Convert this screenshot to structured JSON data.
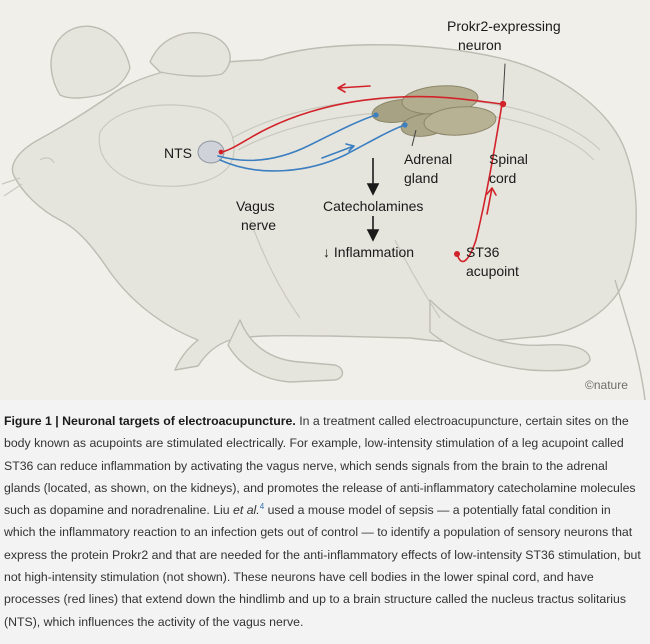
{
  "labels": {
    "prokr2_line1": "Prokr2-expressing",
    "prokr2_line2": "neuron",
    "nts": "NTS",
    "adrenal_line1": "Adrenal",
    "adrenal_line2": "gland",
    "spinal_line1": "Spinal",
    "spinal_line2": "cord",
    "vagus_line1": "Vagus",
    "vagus_line2": "nerve",
    "catecholamines": "Catecholamines",
    "inflammation": "↓ Inflammation",
    "st36_line1": "ST36",
    "st36_line2": "acupoint",
    "credit": "©nature"
  },
  "caption": {
    "title": "Figure 1 | Neuronal targets of electroacupuncture.",
    "part1": " In a treatment called electroacupuncture, certain sites on the body known as acupoints are stimulated electrically. For example, low-intensity stimulation of a leg acupoint called ST36 can reduce inflammation by activating the vagus nerve, which sends signals from the brain to the adrenal glands (located, as shown, on the kidneys), and promotes the release of anti-inflammatory catecholamine molecules such as dopamine and noradrenaline. Liu ",
    "etal": "et al.",
    "ref": "4",
    "part2": " used a mouse model of sepsis — a potentially fatal condition in which the inflammatory reaction to an infection gets out of control — to identify a population of sensory neurons that express the protein Prokr2 and that are needed for the anti-inflammatory effects of low-intensity ST36 stimulation, but not high-intensity stimulation (not shown). These neurons have cell bodies in the lower spinal cord, and have processes (red lines) that extend down the hindlimb and up to a brain structure called the nucleus tractus solitarius (NTS), which influences the activity of the vagus nerve."
  },
  "colors": {
    "background": "#f0efe9",
    "mouse_outline": "#bdbcb3",
    "red_neuron": "#d2232a",
    "blue_vagus": "#3c7fc1",
    "adrenal": "#b3ad90",
    "nts": "#cfd2d8"
  }
}
